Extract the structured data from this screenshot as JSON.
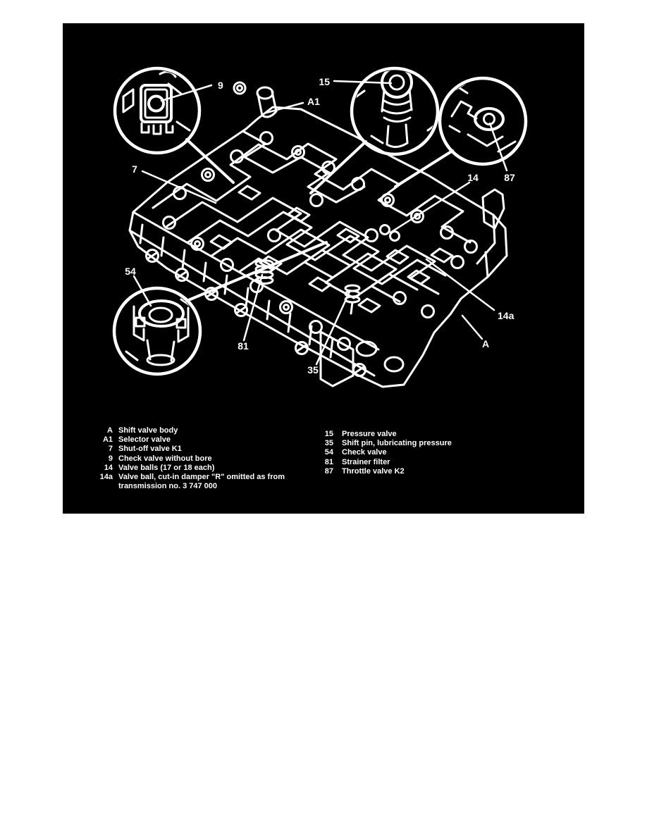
{
  "figure": {
    "description": "Transmission valve body exploded detail diagram",
    "panel_background": "#000000",
    "page_background": "#ffffff",
    "line_color": "#ffffff"
  },
  "diagram": {
    "labels": {
      "n9": "9",
      "n15": "15",
      "n87": "87",
      "a1": "A1",
      "n7": "7",
      "n14": "14",
      "n14a": "14a",
      "a": "A",
      "n81": "81",
      "n35": "35",
      "n54": "54"
    }
  },
  "legend": {
    "left": [
      {
        "key": "A",
        "desc": "Shift valve body"
      },
      {
        "key": "A1",
        "desc": "Selector valve"
      },
      {
        "key": "7",
        "desc": "Shut-off valve K1"
      },
      {
        "key": "9",
        "desc": "Check valve without bore"
      },
      {
        "key": "14",
        "desc": "Valve balls (17 or 18 each)"
      },
      {
        "key": "14a",
        "desc": "Valve ball, cut-in damper \"R\" omitted as from",
        "desc2": "transmission no. 3 747 000"
      }
    ],
    "right": [
      {
        "key": "15",
        "desc": "Pressure valve"
      },
      {
        "key": "35",
        "desc": "Shift pin, lubricating pressure"
      },
      {
        "key": "54",
        "desc": "Check valve"
      },
      {
        "key": "81",
        "desc": "Strainer filter"
      },
      {
        "key": "87",
        "desc": "Throttle valve K2"
      }
    ]
  }
}
